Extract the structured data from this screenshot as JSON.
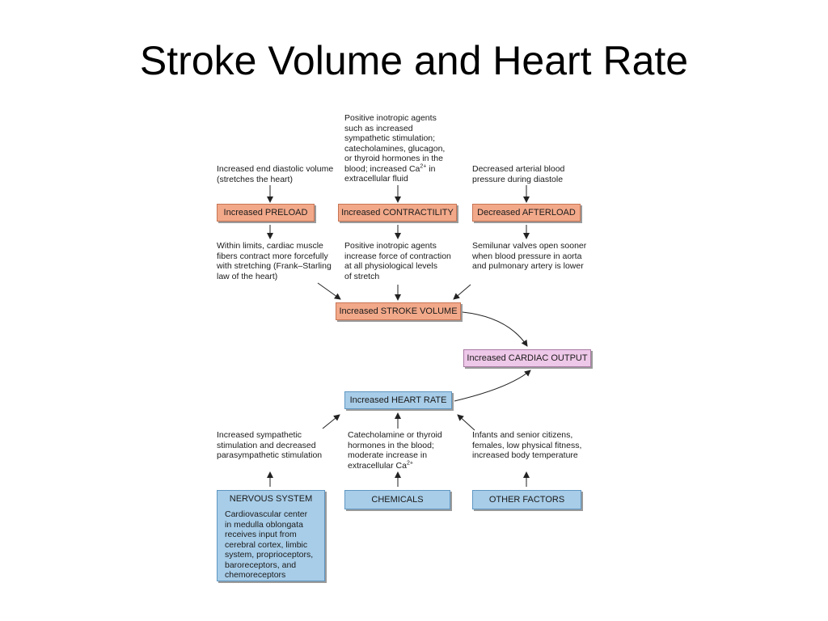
{
  "slide": {
    "title": "Stroke Volume and Heart Rate"
  },
  "texts": {
    "preload_cause": "Increased end diastolic volume\n(stretches the heart)",
    "contractility_cause_pre": "Positive inotropic agents\nsuch as increased\nsympathetic stimulation;\ncatecholamines, glucagon,\nor thyroid hormones in the\nblood; increased Ca",
    "contractility_cause_sup": "2+",
    "contractility_cause_post": " in\nextracellular fluid",
    "afterload_cause": "Decreased arterial blood\npressure during diastole",
    "preload_effect": "Within limits, cardiac muscle\nfibers contract more forcefully\nwith stretching (Frank–Starling\nlaw of the heart)",
    "contractility_effect": "Positive inotropic agents\nincrease force of contraction\nat all physiological levels\nof stretch",
    "afterload_effect": "Semilunar valves open sooner\nwhen blood pressure in aorta\nand pulmonary artery is lower",
    "nervous_effect": "Increased sympathetic\nstimulation and decreased\nparasympathetic stimulation",
    "chemicals_effect_pre": "Catecholamine or thyroid\nhormones in the blood;\nmoderate increase in\nextracellular Ca",
    "chemicals_effect_sup": "2+",
    "other_effect": "Infants and senior citizens,\nfemales, low physical fitness,\nincreased body temperature"
  },
  "boxes": {
    "preload": "Increased PRELOAD",
    "contractility": "Increased CONTRACTILITY",
    "afterload": "Decreased AFTERLOAD",
    "stroke_volume": "Increased STROKE VOLUME",
    "cardiac_output": "Increased CARDIAC OUTPUT",
    "heart_rate": "Increased HEART RATE",
    "nervous_system_title": "NERVOUS SYSTEM",
    "nervous_system_body": "Cardiovascular center\nin medulla oblongata\nreceives input from\ncerebral cortex, limbic\nsystem, proprioceptors,\nbaroreceptors, and\nchemoreceptors",
    "chemicals": "CHEMICALS",
    "other_factors": "OTHER FACTORS"
  },
  "colors": {
    "stroke_volume_boxes": "#f2a98a",
    "cardiac_output_box": "#eec8e8",
    "heart_rate_boxes": "#a8cde8",
    "arrows": "#222222"
  }
}
